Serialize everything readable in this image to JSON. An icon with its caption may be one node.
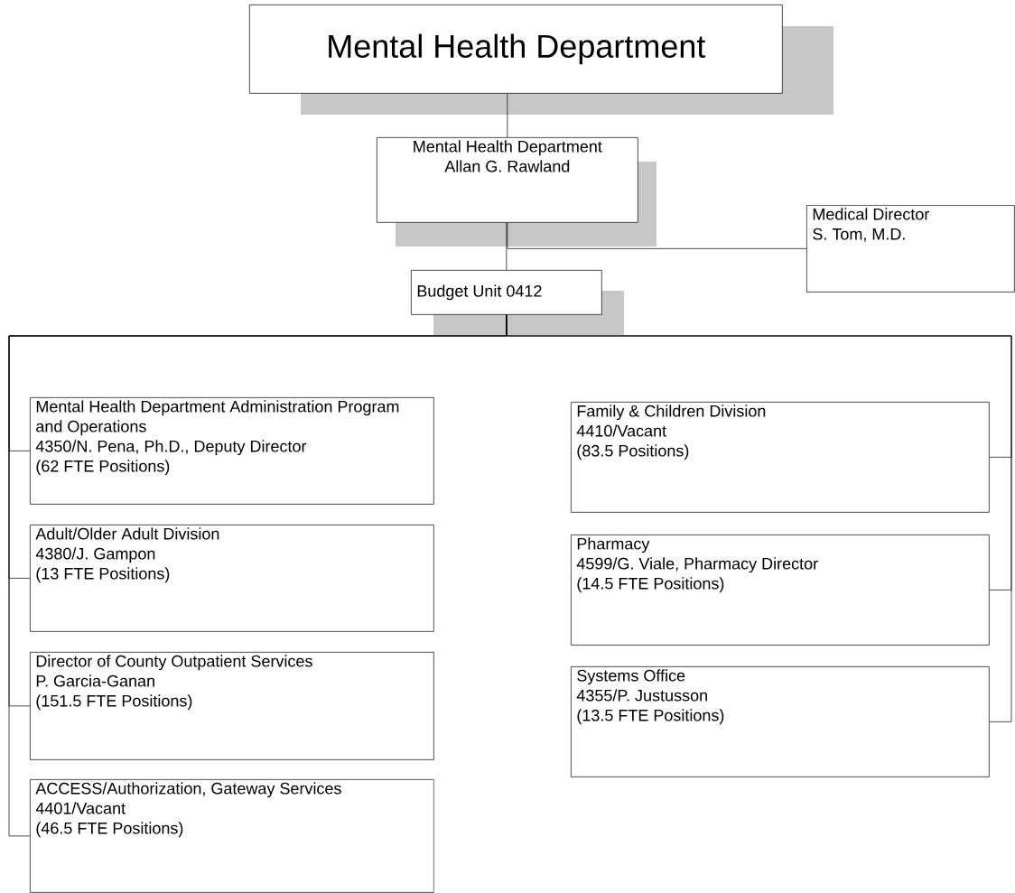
{
  "diagram": {
    "nodes": [
      {
        "text": [
          "Mental Health Department"
        ]
      },
      {
        "text": [
          "Mental Health Department",
          "Allan G. Rawland"
        ]
      },
      {
        "text": [
          "Medical Director",
          "S. Tom, M.D."
        ]
      },
      {
        "text": [
          "Budget Unit 0412"
        ]
      },
      {
        "text": [
          "Mental Health Department Administration Program and Operations",
          "4350/N. Pena, Ph.D., Deputy Director",
          "(62 FTE Positions)"
        ]
      },
      {
        "text": [
          "Adult/Older Adult Division",
          "4380/J. Gampon",
          "(13 FTE Positions)"
        ]
      },
      {
        "text": [
          "Director of County Outpatient Services",
          "P. Garcia-Ganan",
          "(151.5 FTE Positions)"
        ]
      },
      {
        "text": [
          "ACCESS/Authorization, Gateway Services",
          "4401/Vacant",
          "(46.5 FTE Positions)"
        ]
      },
      {
        "text": [
          "Family & Children Division",
          "4410/Vacant",
          "(83.5 Positions)"
        ]
      },
      {
        "text": [
          "Pharmacy",
          "4599/G. Viale, Pharmacy Director",
          "(14.5 FTE Positions)"
        ]
      },
      {
        "text": [
          "Systems Office",
          "4355/P. Justusson",
          "(13.5 FTE Positions)"
        ]
      }
    ],
    "edges": [
      {
        "from": 0,
        "to": 1,
        "arrow": "none"
      },
      {
        "from": 1,
        "to": 3,
        "arrow": "none"
      },
      {
        "from": 1,
        "to": 2,
        "arrow": "none"
      },
      {
        "from": 3,
        "to": 4,
        "arrow": "none"
      },
      {
        "from": 3,
        "to": 5,
        "arrow": "none"
      },
      {
        "from": 3,
        "to": 6,
        "arrow": "none"
      },
      {
        "from": 3,
        "to": 7,
        "arrow": "none"
      },
      {
        "from": 3,
        "to": 8,
        "arrow": "none"
      },
      {
        "from": 3,
        "to": 9,
        "arrow": "none"
      },
      {
        "from": 3,
        "to": 10,
        "arrow": "none"
      }
    ]
  }
}
